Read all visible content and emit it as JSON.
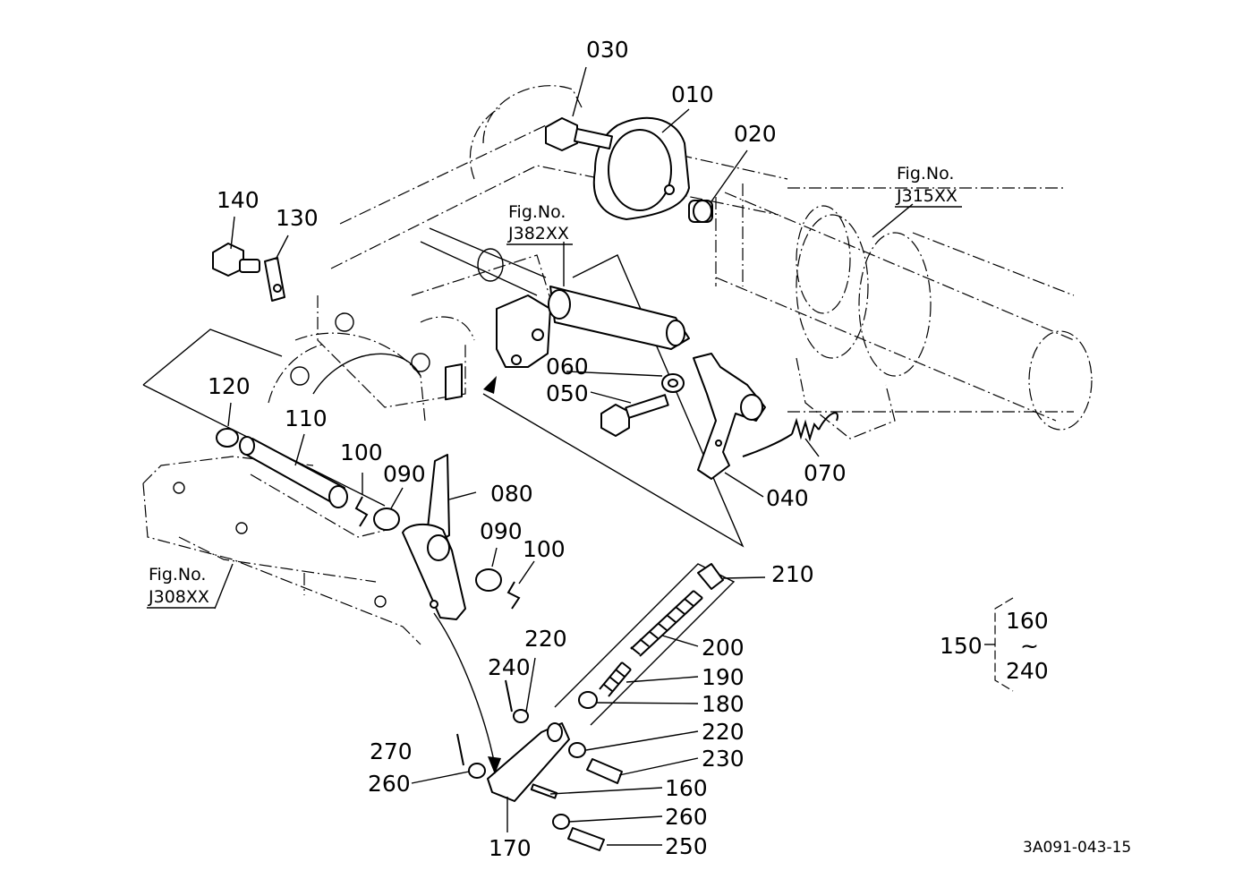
{
  "diagram": {
    "part_labels": {
      "p010": "010",
      "p020": "020",
      "p030": "030",
      "p040": "040",
      "p050": "050",
      "p060": "060",
      "p070": "070",
      "p080": "080",
      "p090a": "090",
      "p090b": "090",
      "p100a": "100",
      "p100b": "100",
      "p110": "110",
      "p120": "120",
      "p130": "130",
      "p140": "140",
      "p160": "160",
      "p170": "170",
      "p180": "180",
      "p190": "190",
      "p200": "200",
      "p210": "210",
      "p220a": "220",
      "p220b": "220",
      "p230": "230",
      "p240": "240",
      "p250": "250",
      "p260a": "260",
      "p260b": "260",
      "p270": "270"
    },
    "fig_refs": {
      "j315": {
        "caption": "Fig.No.",
        "code": "J315XX"
      },
      "j382": {
        "caption": "Fig.No.",
        "code": "J382XX"
      },
      "j308": {
        "caption": "Fig.No.",
        "code": "J308XX"
      }
    },
    "assembly_group": {
      "label": "150",
      "range_start": "160",
      "range_sep": "~",
      "range_end": "240"
    },
    "drawing_code": "3A091-043-15"
  }
}
